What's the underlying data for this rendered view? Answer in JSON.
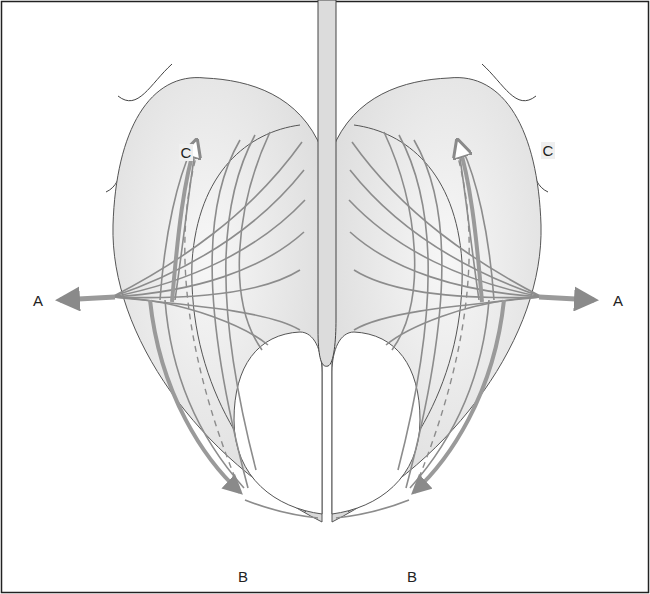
{
  "diagram": {
    "labels": [
      "C",
      "C",
      "A",
      "A",
      "B",
      "B"
    ]
  }
}
